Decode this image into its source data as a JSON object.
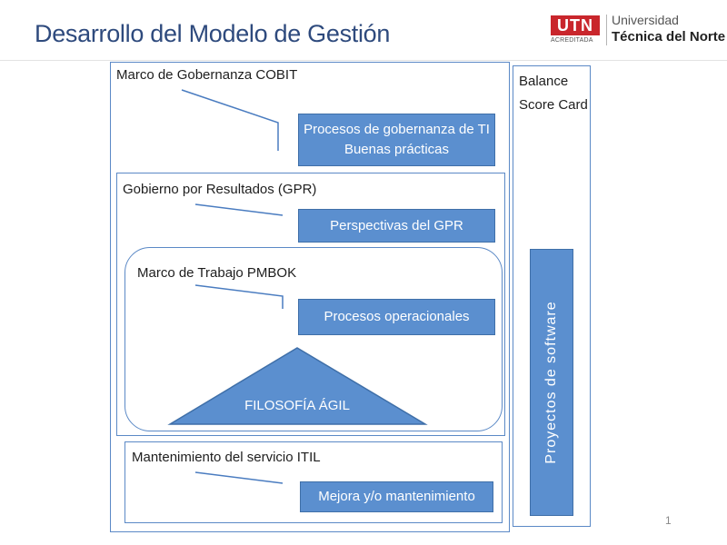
{
  "slide": {
    "title": "Desarrollo del Modelo de Gestión",
    "page_number": "1"
  },
  "logo": {
    "mark": "UTN",
    "accreditation": "ACREDITADA",
    "line1": "Universidad",
    "line2": "Técnica del Norte"
  },
  "diagram": {
    "cobit": {
      "label": "Marco de Gobernanza COBIT",
      "box_line1": "Procesos de gobernanza de TI",
      "box_line2": "Buenas prácticas"
    },
    "gpr": {
      "label": "Gobierno por Resultados (GPR)",
      "box": "Perspectivas del GPR"
    },
    "pmbok": {
      "label": "Marco de Trabajo PMBOK",
      "box": "Procesos operacionales",
      "triangle": "FILOSOFÍA ÁGIL"
    },
    "itil": {
      "label": "Mantenimiento del servicio ITIL",
      "box": "Mejora y/o mantenimiento"
    },
    "bsc": {
      "label_line1": "Balance",
      "label_line2": "Score Card",
      "bar": "Proyectos de software"
    },
    "colors": {
      "box_fill": "#5b8fcf",
      "frame_stroke": "#5b89c6",
      "title": "#2e4a7d",
      "logo_red": "#c9262c"
    }
  }
}
